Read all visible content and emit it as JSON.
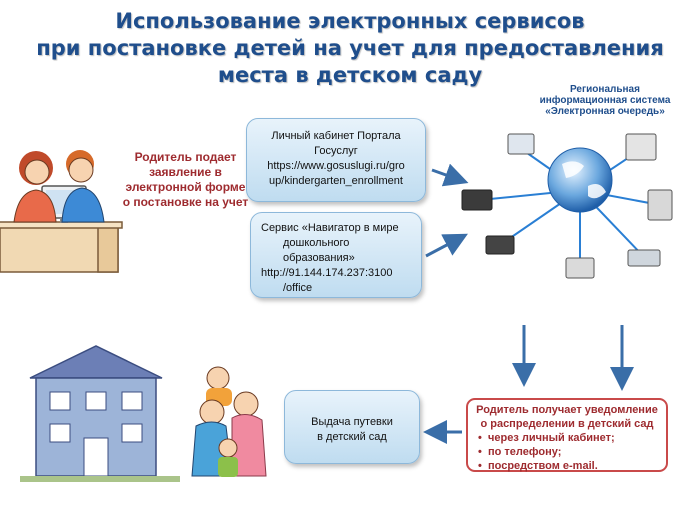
{
  "title": [
    "Использование электронных сервисов",
    "при постановке детей на учет для предоставления",
    "места в детском саду"
  ],
  "region_caption": [
    "Региональная",
    "информационная система",
    "«Электронная очередь»"
  ],
  "parent_caption": [
    "Родитель подает",
    "заявление в",
    "электронной форме",
    "о постановке на учет"
  ],
  "box_portal": [
    "Личный кабинет Портала",
    "Госуслуг",
    "https://www.gosuslugi.ru/gro",
    "up/kindergarten_enrollment"
  ],
  "box_navigator": [
    "Сервис «Навигатор в мире",
    "дошкольного",
    "образования»",
    "http://91.144.174.237:3100",
    "/office"
  ],
  "box_voucher": [
    "Выдача путевки",
    "в детский сад"
  ],
  "notify": {
    "title": [
      "Родитель получает уведомление",
      "о распределении в детский сад"
    ],
    "items": [
      "через личный кабинет;",
      "по телефону;",
      "посредством e-mail."
    ]
  },
  "colors": {
    "title": "#1f4e8c",
    "caption_red": "#9e2b2f",
    "arrow": "#3a6ea8",
    "box_border": "#c94a4a"
  }
}
